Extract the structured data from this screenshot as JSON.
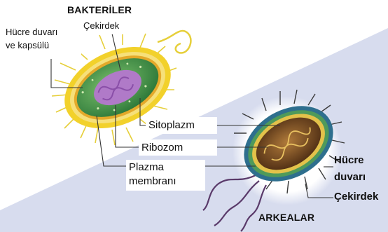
{
  "titles": {
    "bacteria": "BAKTERİLER",
    "archaea": "ARKEALAR"
  },
  "bacteria_labels": {
    "cell_wall_line1": "Hücre duvarı",
    "cell_wall_line2": "ve kapsülü",
    "nucleoid": "Çekirdek",
    "cytoplasm": "Sitoplazm",
    "ribosome": "Ribozom",
    "membrane_line1": "Plazma",
    "membrane_line2": "membranı"
  },
  "archaea_labels": {
    "cell_wall_line1": "Hücre",
    "cell_wall_line2": "duvarı",
    "nucleoid": "Çekirdek"
  },
  "colors": {
    "background_band": "#d7dcee",
    "bacteria_capsule": "#f2d12b",
    "bacteria_cytoplasm": "#4d9a4a",
    "bacteria_nucleoid": "#b07ac8",
    "archaea_outer": "#2e6f8e",
    "archaea_wall": "#e3c24a",
    "archaea_cytoplasm": "#7a4a2a",
    "leader_line": "#333333"
  }
}
